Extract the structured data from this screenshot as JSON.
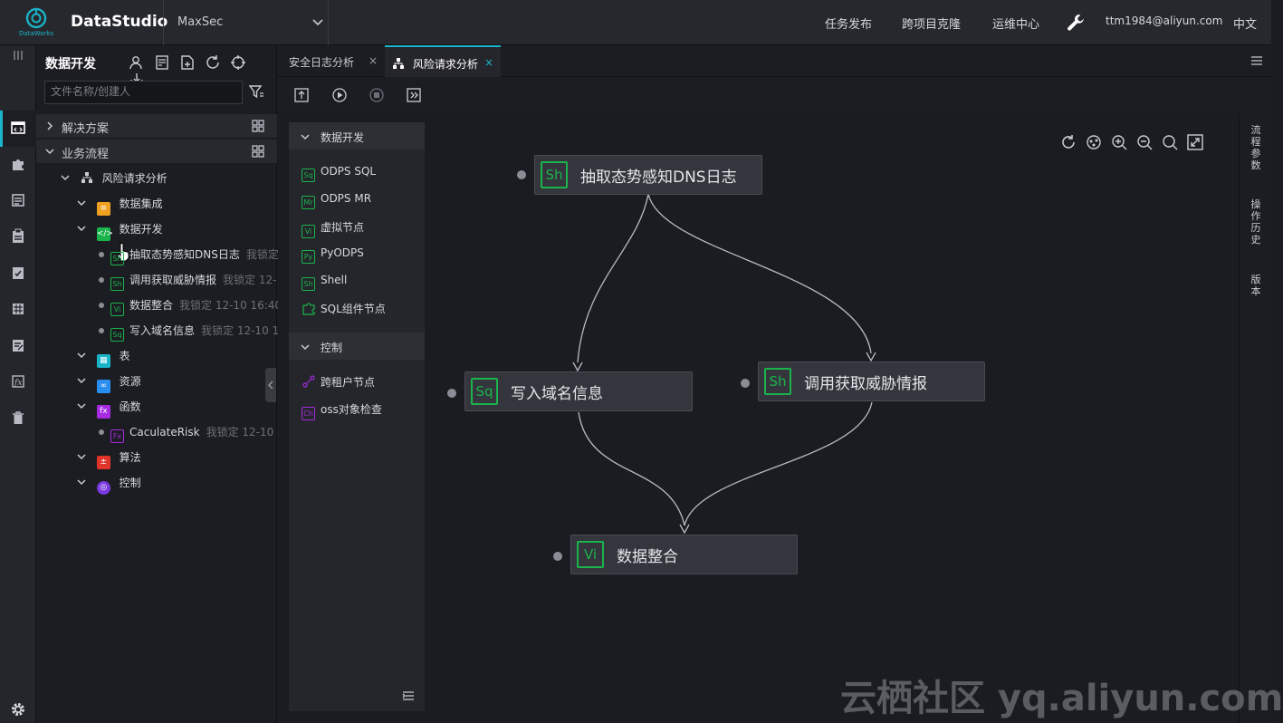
{
  "header": {
    "logo_text": "DataWorks",
    "app_title": "DataStudio",
    "project": "MaxSec",
    "nav": [
      "任务发布",
      "跨项目克隆",
      "运维中心"
    ],
    "user": "ttm1984@aliyun.com",
    "language": "中文"
  },
  "tree": {
    "title": "数据开发",
    "search_placeholder": "文件名称/创建人",
    "sections": [
      "解决方案",
      "业务流程"
    ],
    "flow_name": "风险请求分析",
    "folders": {
      "integration": "数据集成",
      "dev": "数据开发",
      "table": "表",
      "resource": "资源",
      "function": "函数",
      "algorithm": "算法",
      "control": "控制"
    },
    "nodes": [
      {
        "tag": "Sh",
        "name": "抽取态势感知DNS日志",
        "meta": "我锁定"
      },
      {
        "tag": "Sh",
        "name": "调用获取威胁情报",
        "meta": "我锁定  12-"
      },
      {
        "tag": "Vi",
        "name": "数据整合",
        "meta": "我锁定  12-10 16:40"
      },
      {
        "tag": "Sq",
        "name": "写入域名信息",
        "meta": "我锁定  12-10 1("
      }
    ],
    "function_item": {
      "tag": "Fx",
      "name": "CaculateRisk",
      "meta": "我锁定  12-10 16"
    }
  },
  "tabs": [
    {
      "label": "安全日志分析",
      "close": "×"
    },
    {
      "label": "风险请求分析",
      "close": "×"
    }
  ],
  "palette": {
    "groups": [
      {
        "title": "数据开发",
        "items": [
          {
            "tag": "Sq",
            "label": "ODPS SQL"
          },
          {
            "tag": "Mr",
            "label": "ODPS MR"
          },
          {
            "tag": "Vi",
            "label": "虚拟节点"
          },
          {
            "tag": "Py",
            "label": "PyODPS"
          },
          {
            "tag": "Sh",
            "label": "Shell"
          },
          {
            "tag": "",
            "label": "SQL组件节点"
          }
        ]
      },
      {
        "title": "控制",
        "items": [
          {
            "tag": "",
            "label": "跨租户节点"
          },
          {
            "tag": "Ch",
            "label": "oss对象检查"
          }
        ]
      }
    ]
  },
  "graph": {
    "nodes": [
      {
        "id": "dns",
        "tag": "Sh",
        "label": "抽取态势感知DNS日志"
      },
      {
        "id": "domain",
        "tag": "Sq",
        "label": "写入域名信息"
      },
      {
        "id": "threat",
        "tag": "Sh",
        "label": "调用获取威胁情报"
      },
      {
        "id": "merge",
        "tag": "Vi",
        "label": "数据整合"
      }
    ]
  },
  "right_panel": [
    "流程参数",
    "操作历史",
    "版本"
  ],
  "watermark": "云栖社区 yq.aliyun.com",
  "colors": {
    "accent": "#1ab4c8",
    "node_green": "#1bb34b",
    "function_purple": "#a52ae0"
  }
}
